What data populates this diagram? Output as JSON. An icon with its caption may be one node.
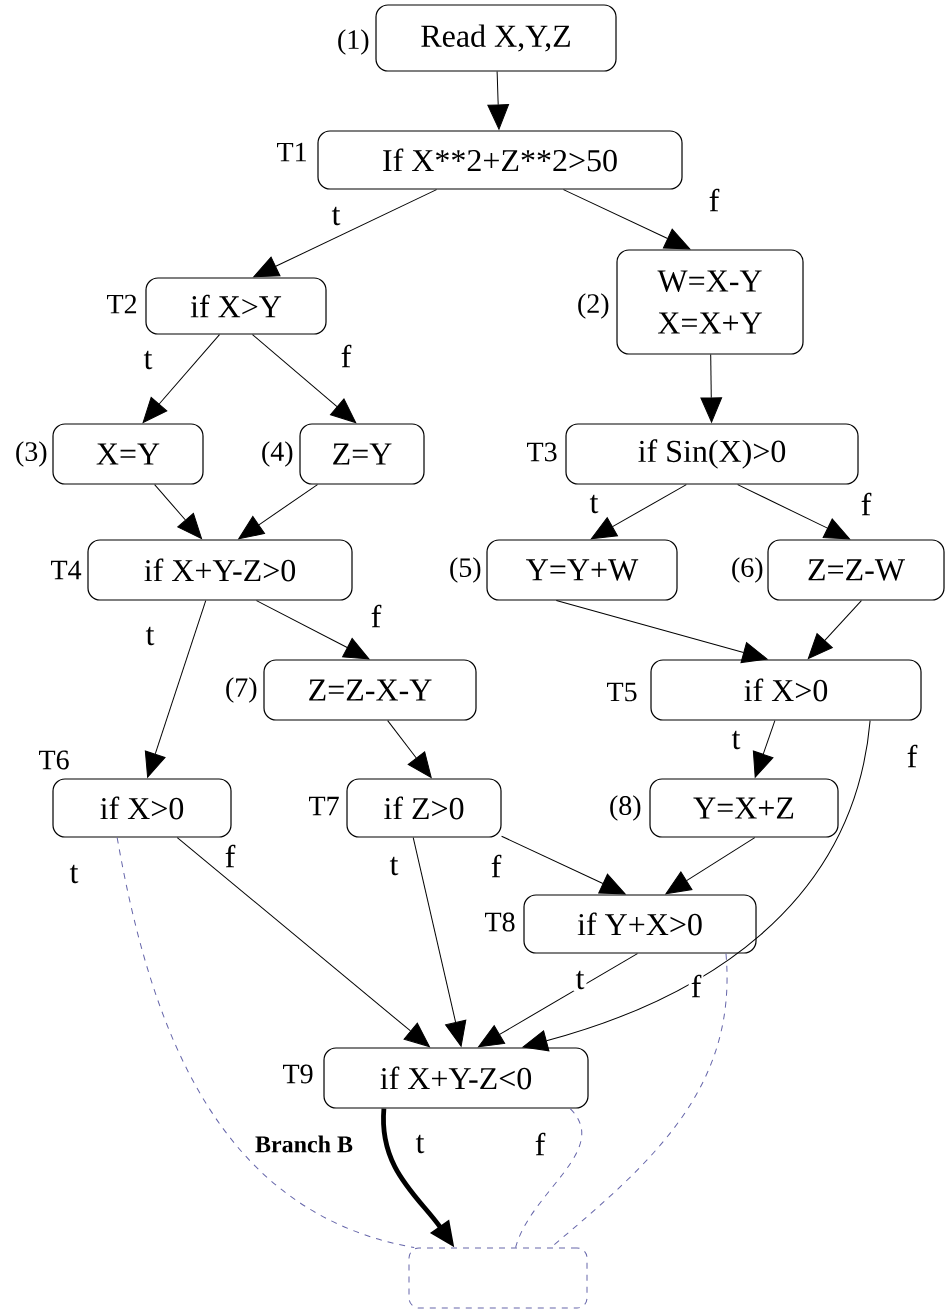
{
  "diagram": {
    "nodes": [
      {
        "text": [
          "Read X,Y,Z"
        ],
        "beside": [
          "(1)"
        ]
      },
      {
        "text": [
          "\\text{If X**2+Z**2>50}"
        ],
        "beside": [
          "T1"
        ]
      },
      {
        "text": [
          "if  X>Y"
        ],
        "beside": [
          "T2"
        ]
      },
      {
        "text": [
          "W=X-Y",
          "X=X+Y"
        ],
        "beside": [
          "(2)"
        ]
      },
      {
        "text": [
          "X=Y"
        ],
        "beside": [
          "(3)"
        ]
      },
      {
        "text": [
          "Z=Y"
        ],
        "beside": [
          "(4)"
        ]
      },
      {
        "text": [
          "if  Sin(X)>0"
        ],
        "beside": [
          "T3"
        ]
      },
      {
        "text": [
          "if  X+Y-Z>0"
        ],
        "beside": [
          "T4"
        ]
      },
      {
        "text": [
          "Y=Y+W"
        ],
        "beside": [
          "(5)"
        ]
      },
      {
        "text": [
          "Z=Z-W"
        ],
        "beside": [
          "(6)"
        ]
      },
      {
        "text": [
          "Z=Z-X-Y"
        ],
        "beside": [
          "(7)"
        ]
      },
      {
        "text": [
          "if  X>0"
        ],
        "beside": [
          "T5"
        ]
      },
      {
        "text": [
          "if  X>0"
        ],
        "beside": [
          "T6"
        ]
      },
      {
        "text": [
          "if  Z>0"
        ],
        "beside": [
          "T7"
        ]
      },
      {
        "text": [
          "Y=X+Z"
        ],
        "beside": [
          "(8)"
        ]
      },
      {
        "text": [
          "if  Y+X>0"
        ],
        "beside": [
          "T8"
        ]
      },
      {
        "text": [
          "if  X+Y-Z<0"
        ],
        "beside": [
          "T9"
        ]
      },
      {
        "text": [],
        "shape": "box"
      }
    ],
    "edges": [
      {
        "from": 0,
        "to": 1,
        "arrow": "to"
      },
      {
        "from": 1,
        "to": 2,
        "arrow": "to",
        "label": "t"
      },
      {
        "from": 1,
        "to": 3,
        "arrow": "to",
        "label": "f"
      },
      {
        "from": 2,
        "to": 4,
        "arrow": "to",
        "label": "t"
      },
      {
        "from": 2,
        "to": 5,
        "arrow": "to",
        "label": "f"
      },
      {
        "from": 3,
        "to": 6,
        "arrow": "to"
      },
      {
        "from": 4,
        "to": 7,
        "arrow": "to"
      },
      {
        "from": 5,
        "to": 7,
        "arrow": "to"
      },
      {
        "from": 6,
        "to": 8,
        "arrow": "to",
        "label": "t"
      },
      {
        "from": 6,
        "to": 9,
        "arrow": "to",
        "label": "f"
      },
      {
        "from": 7,
        "to": 12,
        "arrow": "to",
        "label": "t"
      },
      {
        "from": 7,
        "to": 10,
        "arrow": "to",
        "label": "f"
      },
      {
        "from": 8,
        "to": 11,
        "arrow": "to"
      },
      {
        "from": 9,
        "to": 11,
        "arrow": "to"
      },
      {
        "from": 10,
        "to": 13,
        "arrow": "to"
      },
      {
        "from": 11,
        "to": 14,
        "arrow": "to",
        "label": "t"
      },
      {
        "from": 11,
        "to": 16,
        "arrow": "to",
        "label": "f"
      },
      {
        "from": 12,
        "to": 16,
        "arrow": "to",
        "label": "f"
      },
      {
        "from": 12,
        "to": 17,
        "arrow": "none",
        "label": "t",
        "style": "dashed",
        "color": "#6666aa"
      },
      {
        "from": 13,
        "to": 16,
        "arrow": "to",
        "label": "t"
      },
      {
        "from": 13,
        "to": 15,
        "arrow": "to",
        "label": "f"
      },
      {
        "from": 14,
        "to": 15,
        "arrow": "to"
      },
      {
        "from": 15,
        "to": 16,
        "arrow": "to",
        "label": "t"
      },
      {
        "from": 15,
        "to": 17,
        "arrow": "none",
        "label": "f",
        "style": "dashed",
        "color": "#6666aa"
      },
      {
        "from": 16,
        "to": 17,
        "arrow": "to",
        "label": "t",
        "style": "thick"
      },
      {
        "from": 16,
        "to": 17,
        "arrow": "none",
        "label": "f",
        "style": "dashed",
        "color": "#6666aa"
      }
    ],
    "labels": [
      "Branch B"
    ]
  }
}
